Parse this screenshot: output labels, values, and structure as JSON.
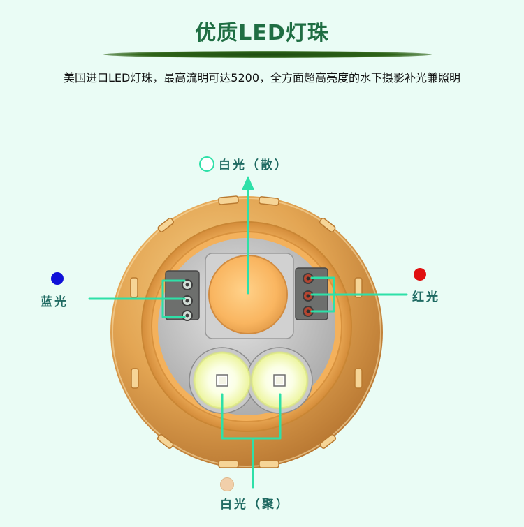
{
  "header": {
    "title": "优质LED灯珠",
    "subtitle": "美国进口LED灯珠，最高流明可达5200，全方面超高亮度的水下摄影补光兼照明"
  },
  "labels": {
    "white_flood": "白光（散）",
    "blue": "蓝光",
    "red": "红光",
    "white_spot": "白光（聚）"
  },
  "colors": {
    "background": "#eafcf5",
    "title": "#1f6e43",
    "pointer_line": "#2ee0a8",
    "label_text": "#1f6a62",
    "blue_dot": "#1010d8",
    "red_dot": "#e01010",
    "white_spot_dot": "#f1cfaa",
    "white_flood_dot": "#ffffff"
  }
}
